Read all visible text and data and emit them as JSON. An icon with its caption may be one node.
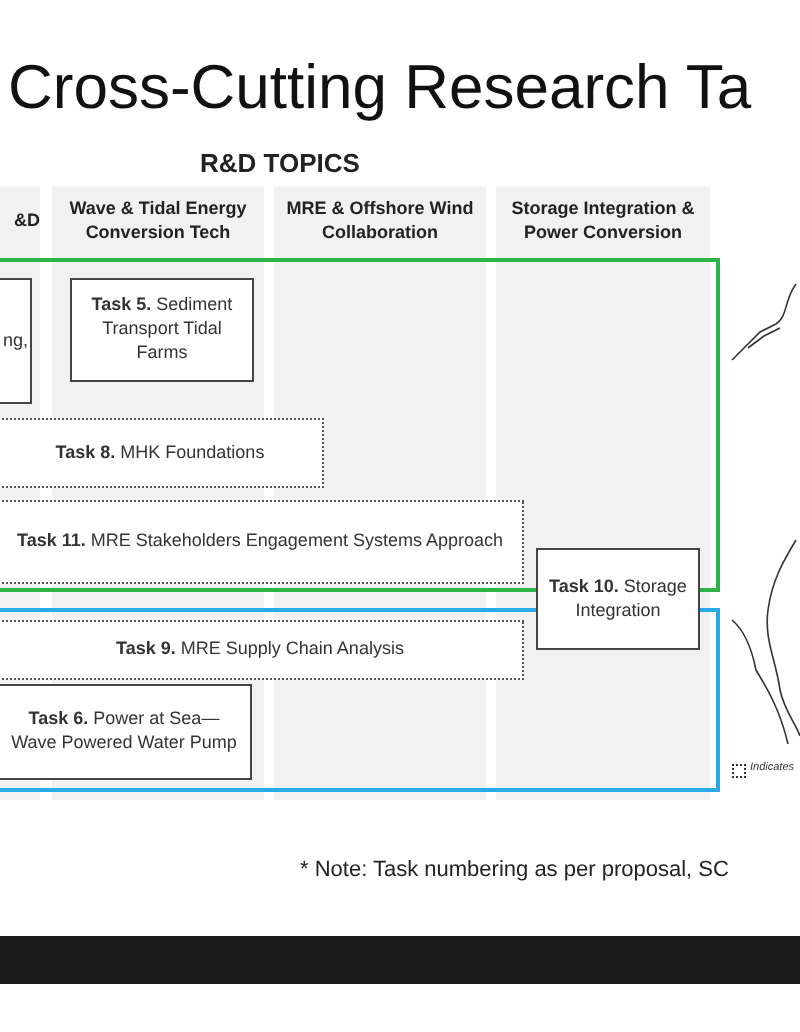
{
  "diagram": {
    "title": "Cross-Cutting Research Ta",
    "nodes": [
      {
        "text": [
          "&D"
        ]
      },
      {
        "text": [
          "Wave & Tidal Energy Conversion Tech"
        ]
      },
      {
        "text": [
          "MRE & Offshore Wind Collaboration"
        ]
      },
      {
        "text": [
          "Storage Integration & Power Conversion"
        ]
      },
      {
        "text": [],
        "shape": "box"
      },
      {
        "text": [
          "ng,"
        ],
        "in": 4
      },
      {
        "text": [
          "**Task 5.** Sediment Transport Tidal Farms"
        ],
        "in": 4
      },
      {
        "text": [
          "**Task 8.** MHK Foundations"
        ],
        "in": 4
      },
      {
        "text": [
          "**Task 11.** MRE Stakeholders Engagement Systems Approach"
        ],
        "in": 4
      },
      {
        "text": [
          "**Task 10.** Storage Integration"
        ]
      },
      {
        "text": [],
        "shape": "box"
      },
      {
        "text": [
          "**Task 9.** MRE Supply Chain Analysis"
        ],
        "in": 10
      },
      {
        "text": [
          "**Task 6.** Power at Sea—Wave Powered Water Pump"
        ],
        "in": 10
      }
    ],
    "edges": [],
    "labels": [
      "R&D TOPICS",
      "* Note: Task numbering as per proposal, SC"
    ],
    "legend": [
      {
        "text": "Indicates"
      }
    ]
  }
}
